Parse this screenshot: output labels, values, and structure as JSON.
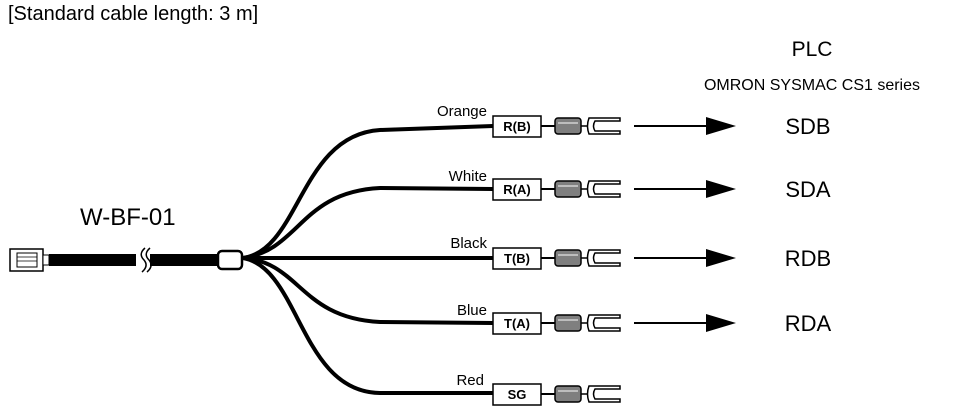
{
  "header": {
    "note": "[Standard cable length: 3 m]"
  },
  "plc": {
    "title": "PLC",
    "subtitle": "OMRON SYSMAC CS1 series"
  },
  "cable": {
    "model": "W-BF-01"
  },
  "wires": [
    {
      "color_name": "Orange",
      "tag": "R(B)",
      "signal": "SDB"
    },
    {
      "color_name": "White",
      "tag": "R(A)",
      "signal": "SDA"
    },
    {
      "color_name": "Black",
      "tag": "T(B)",
      "signal": "RDB"
    },
    {
      "color_name": "Blue",
      "tag": "T(A)",
      "signal": "RDA"
    },
    {
      "color_name": "Red",
      "tag": "SG",
      "signal": ""
    }
  ]
}
